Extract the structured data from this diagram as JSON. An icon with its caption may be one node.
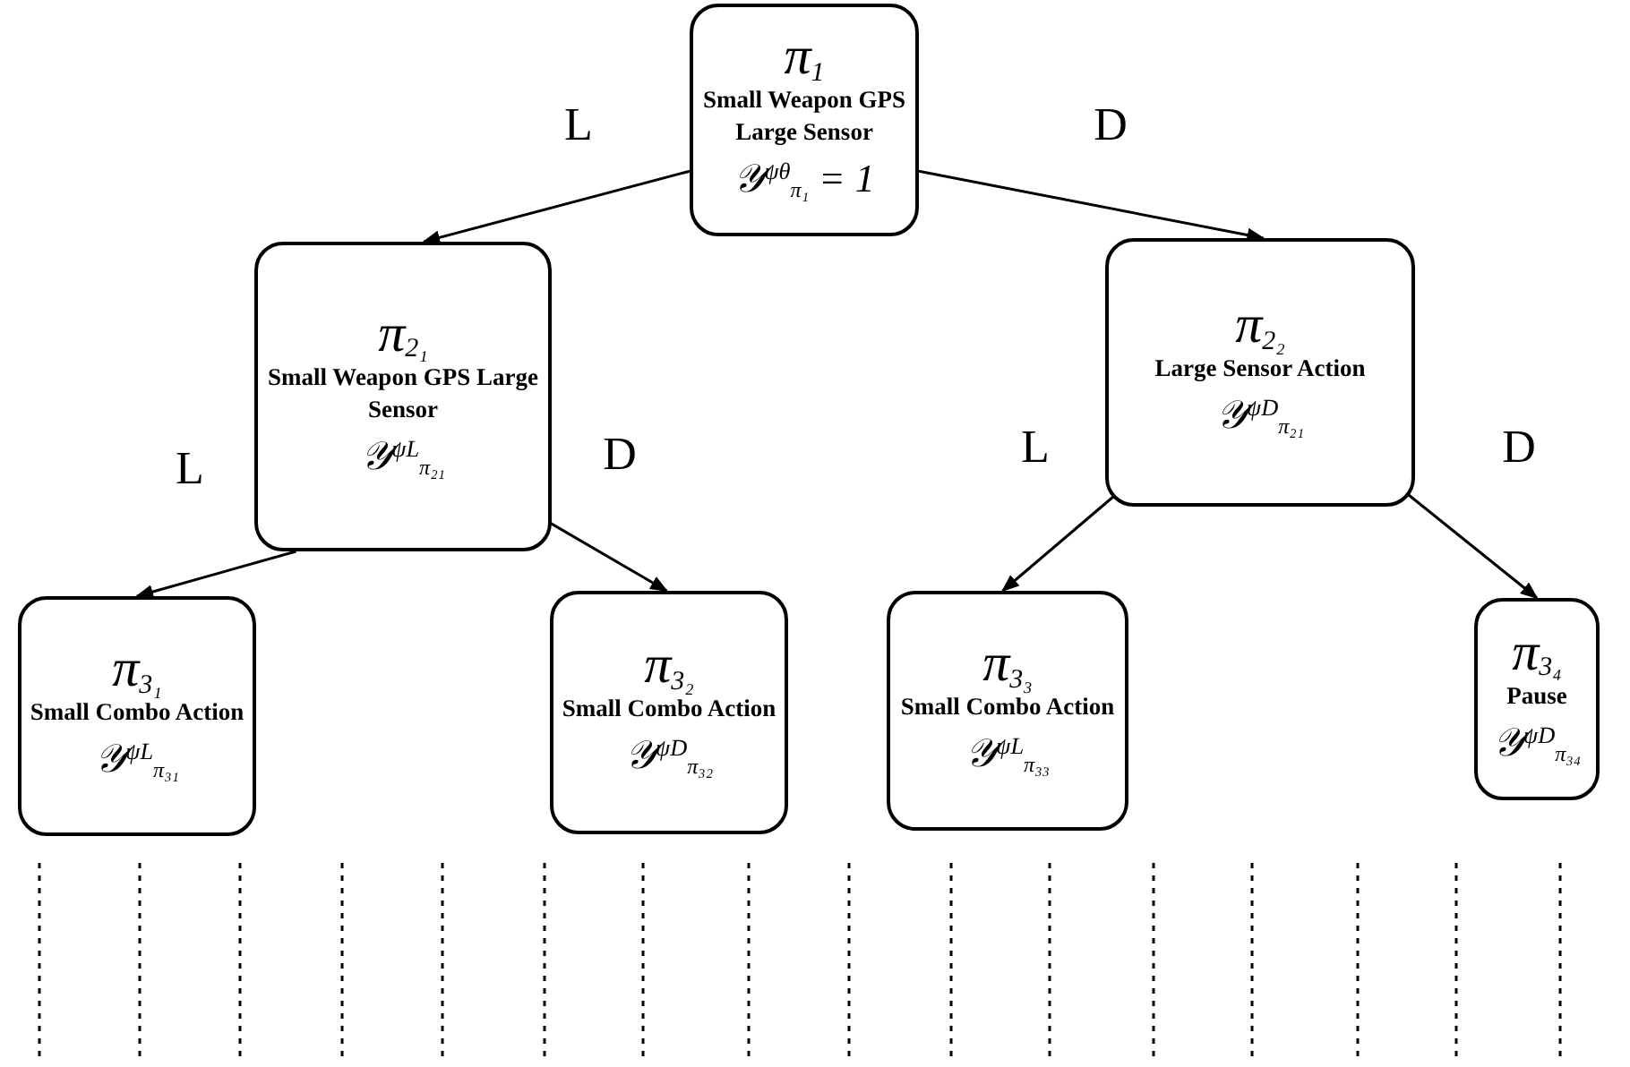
{
  "diagram": {
    "nodes": [
      {
        "text": [
          "π$_{1}$",
          "Small Weapon GPS Large Sensor",
          "𝒴$^{ψθ}$$_{π₁}$ = 1"
        ]
      },
      {
        "text": [
          "π$_{2₁}$",
          "Small Weapon GPS Large Sensor",
          "𝒴$^{ψL}$$_{π₂₁}$"
        ]
      },
      {
        "text": [
          "π$_{2₂}$",
          "Large Sensor Action",
          "𝒴$^{ψD}$$_{π₂₁}$"
        ]
      },
      {
        "text": [
          "π$_{3₁}$",
          "Small Combo Action",
          "𝒴$^{ψL}$$_{π₃₁}$"
        ]
      },
      {
        "text": [
          "π$_{3₂}$",
          "Small Combo Action",
          "𝒴$^{ψD}$$_{π₃₂}$"
        ]
      },
      {
        "text": [
          "π$_{3₃}$",
          "Small Combo Action",
          "𝒴$^{ψL}$$_{π₃₃}$"
        ]
      },
      {
        "text": [
          "π$_{3₄}$",
          "Pause",
          "𝒴$^{ψD}$$_{π₃₄}$"
        ]
      }
    ],
    "edges": [
      {
        "from": 0,
        "to": 1,
        "arrow": "to",
        "label": "L"
      },
      {
        "from": 0,
        "to": 2,
        "arrow": "to",
        "label": "D"
      },
      {
        "from": 1,
        "to": 3,
        "arrow": "to",
        "label": "L"
      },
      {
        "from": 1,
        "to": 4,
        "arrow": "to",
        "label": "D"
      },
      {
        "from": 2,
        "to": 5,
        "arrow": "to",
        "label": "L"
      },
      {
        "from": 2,
        "to": 6,
        "arrow": "to",
        "label": "D"
      }
    ]
  }
}
